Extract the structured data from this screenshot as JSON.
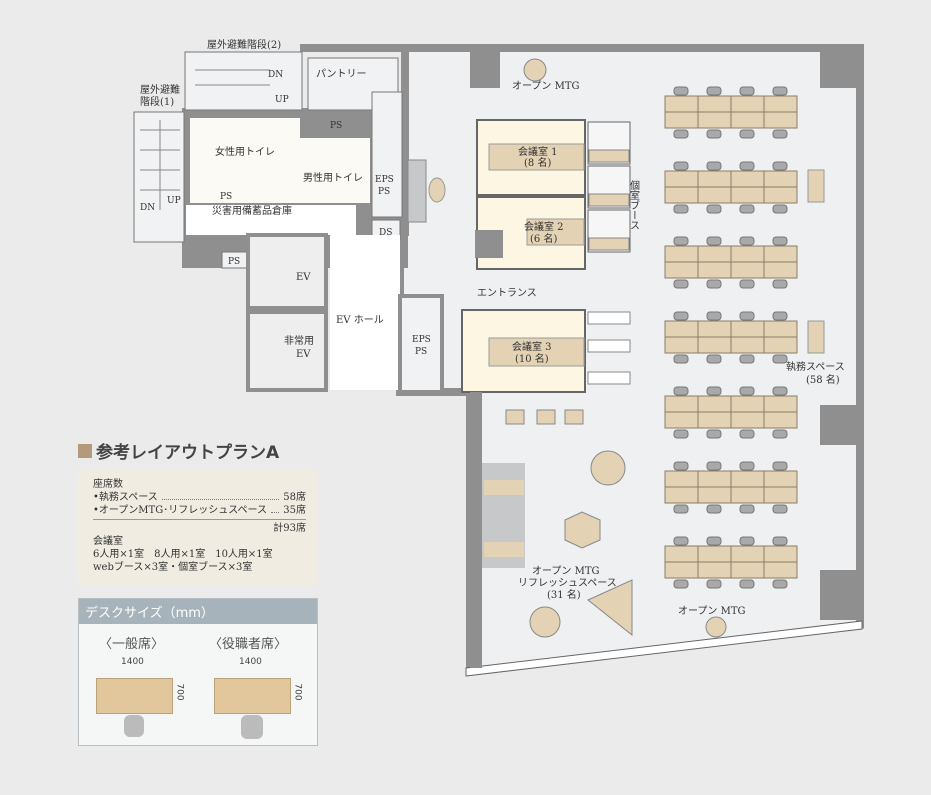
{
  "plan": {
    "labels": {
      "stairs_outdoor_2": "屋外避難階段(2)",
      "stairs_outdoor_1_a": "屋外避難",
      "stairs_outdoor_1_b": "階段(1)",
      "dn": "DN",
      "up": "UP",
      "pantry": "パントリー",
      "ps": "PS",
      "womens_toilet": "女性用トイレ",
      "mens_toilet": "男性用トイレ",
      "eps_a": "EPS",
      "eps_b": "PS",
      "ds": "DS",
      "disaster_storage": "災害用備蓄品倉庫",
      "ev": "EV",
      "emergency_ev_a": "非常用",
      "emergency_ev_b": "EV",
      "ev_hall": "EV ホール",
      "entrance": "エントランス",
      "open_mtg": "オープン MTG",
      "meeting1_a": "会議室 1",
      "meeting1_b": "(8 名)",
      "meeting2_a": "会議室 2",
      "meeting2_b": "(6 名)",
      "meeting3_a": "会議室 3",
      "meeting3_b": "(10 名)",
      "private_booth": "個室ブース",
      "office_a": "執務スペース",
      "office_b": "(58 名)",
      "refresh_a": "オープン MTG",
      "refresh_b": "リフレッシュスペース",
      "refresh_c": "(31 名)"
    }
  },
  "legend": {
    "title": "参考レイアウトプランA",
    "seats_heading": "座席数",
    "items": [
      {
        "label": "•執務スペース",
        "value": "58席"
      },
      {
        "label": "•オープンMTG･リフレッシュスペース",
        "value": "35席"
      }
    ],
    "total": "計93席",
    "meeting_heading": "会議室",
    "meeting_line1": "6人用×1室　8人用×1室　10人用×1室",
    "meeting_line2": "webブース×3室・個室ブース×3室"
  },
  "desk_size": {
    "title": "デスクサイズ（mm）",
    "general": "〈一般席〉",
    "executive": "〈役職者席〉",
    "width": "1400",
    "depth": "700"
  },
  "colors": {
    "wall": "#8f8f8f",
    "floor": "#eef0f2",
    "room": "#fdf6e3",
    "desk": "#e3d2b4"
  }
}
